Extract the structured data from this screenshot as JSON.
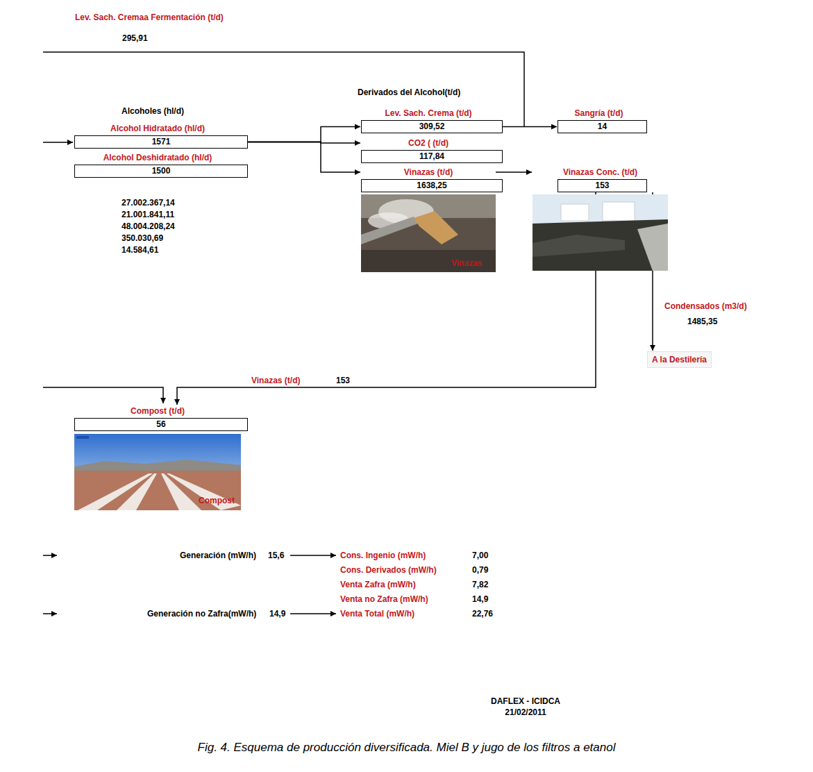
{
  "diagram": {
    "caption": "Fig. 4. Esquema de producción diversificada. Miel B y jugo de los filtros a etanol",
    "nodes": [
      {
        "text": [
          "Alcohol Hidratado (hl/d)",
          "1571"
        ]
      },
      {
        "text": [
          "Alcohol Deshidratado (hl/d)",
          "1500"
        ]
      },
      {
        "text": [
          "Lev. Sach. Crema (t/d)",
          "309,52"
        ]
      },
      {
        "text": [
          "CO2 ( (t/d)",
          "117,84"
        ]
      },
      {
        "text": [
          "Vinazas (t/d)",
          "1638,25"
        ]
      },
      {
        "text": [
          "Sangría (t/d)",
          "14"
        ]
      },
      {
        "text": [
          "Vinazas Conc. (t/d)",
          "153"
        ]
      },
      {
        "text": [
          "Compost (t/d)",
          "56"
        ]
      },
      {
        "text": [
          "A la Destilería"
        ]
      }
    ],
    "edges": [
      {
        "from": 0,
        "to": 2,
        "arrow": "to"
      },
      {
        "from": 0,
        "to": 3,
        "arrow": "to"
      },
      {
        "from": 0,
        "to": 4,
        "arrow": "to"
      },
      {
        "from": 2,
        "to": 5,
        "arrow": "to"
      },
      {
        "from": 4,
        "to": 6,
        "arrow": "to"
      },
      {
        "from": 6,
        "to": 7,
        "label": "Vinazas (t/d)",
        "arrow": "to"
      },
      {
        "from": 6,
        "to": 8,
        "label": "Condensados (m3/d)",
        "arrow": "to"
      }
    ],
    "labels": [
      "Lev. Sach. Cremaa Fermentación (t/d)",
      "295,91",
      "Alcoholes (hl/d)",
      "Derivados del Alcohol(t/d)",
      "27.002.367,14",
      "21.001.841,11",
      "48.004.208,24",
      "350.030,69",
      "14.584,61",
      "Vinazas",
      "153",
      "1485,35",
      "Compost",
      "Generación (mW/h)",
      "15,6",
      "Cons. Ingenio (mW/h)",
      "7,00",
      "Cons. Derivados (mW/h)",
      "0,79",
      "Venta Zafra (mW/h)",
      "7,82",
      "Venta no Zafra (mW/h)",
      "14,9",
      "Venta Total (mW/h)",
      "22,76",
      "Generación no Zafra(mW/h)",
      "14,9",
      "DAFLEX - ICIDCA",
      "21/02/2011"
    ]
  }
}
